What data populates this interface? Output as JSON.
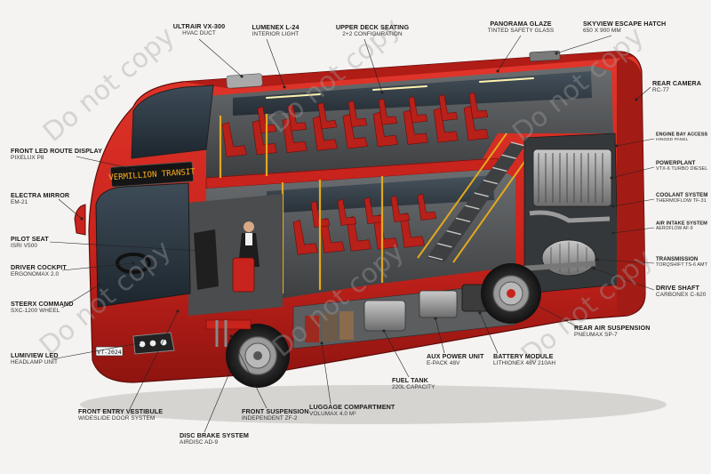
{
  "bus": {
    "route_display": "VERMILLION TRANSIT",
    "plate": "VT-2024"
  },
  "watermark": "Do not copy",
  "labels": {
    "ultrair": {
      "title": "ULTRAIR VX-300",
      "sub": "HVAC DUCT"
    },
    "lumenex": {
      "title": "LUMENEX L-24",
      "sub": "INTERIOR LIGHT"
    },
    "upper_deck": {
      "title": "UPPER DECK SEATING",
      "sub": "2+2 CONFIGURATION"
    },
    "panorama": {
      "title": "PANORAMA GLAZE",
      "sub": "TINTED SAFETY GLASS"
    },
    "skyview": {
      "title": "SKYVIEW ESCAPE HATCH",
      "sub": "650 x 900 mm"
    },
    "rear_camera": {
      "title": "REAR CAMERA",
      "sub": "RC-77"
    },
    "route_display": {
      "title": "FRONT LED ROUTE DISPLAY",
      "sub": "PIXELUX P8"
    },
    "electra": {
      "title": "ELECTRA MIRROR",
      "sub": "EM-21"
    },
    "pilot_seat": {
      "title": "PILOT SEAT",
      "sub": "ISRI V500"
    },
    "driver_cockpit": {
      "title": "DRIVER COCKPIT",
      "sub": "ERGONOMAX 2.0"
    },
    "steerx": {
      "title": "STEERX COMMAND",
      "sub": "SXC-1200 WHEEL"
    },
    "lumiview": {
      "title": "LUMIVIEW LED",
      "sub": "HEADLAMP UNIT"
    },
    "front_entry": {
      "title": "FRONT ENTRY VESTIBULE",
      "sub": "WIDESLIDE DOOR SYSTEM"
    },
    "disc_brake": {
      "title": "DISC BRAKE SYSTEM",
      "sub": "AIRDISC AD-9"
    },
    "front_susp": {
      "title": "FRONT SUSPENSION",
      "sub": "INDEPENDENT ZF-2"
    },
    "luggage": {
      "title": "LUGGAGE COMPARTMENT",
      "sub": "VOLUMAX 4.0 m³"
    },
    "fuel_tank": {
      "title": "FUEL TANK",
      "sub": "220L CAPACITY"
    },
    "aux_power": {
      "title": "AUX POWER UNIT",
      "sub": "E-PACK 48V"
    },
    "battery": {
      "title": "BATTERY MODULE",
      "sub": "LITHIONEX 48V 210Ah"
    },
    "rear_air": {
      "title": "REAR AIR SUSPENSION",
      "sub": "PNEUMAX SP-7"
    },
    "engine_bay": {
      "title": "ENGINE BAY ACCESS",
      "sub": "HINGED PANEL"
    },
    "powerplant": {
      "title": "POWERPLANT",
      "sub": "VTX-6 TURBO DIESEL"
    },
    "coolant": {
      "title": "COOLANT SYSTEM",
      "sub": "THERMOFLOW TF-31"
    },
    "air_intake": {
      "title": "AIR INTAKE SYSTEM",
      "sub": "AEROFLOW AF-9"
    },
    "transmission": {
      "title": "TRANSMISSION",
      "sub": "TORQSHIFT TS-6 AMT"
    },
    "drive_shaft": {
      "title": "DRIVE SHAFT",
      "sub": "CARBONEX C-620"
    }
  },
  "colors": {
    "body_red": "#c8231c",
    "dark_red": "#8e1410",
    "seat_red": "#b8201a",
    "rail_yellow": "#e3a81e",
    "glass": "#2a3640"
  }
}
